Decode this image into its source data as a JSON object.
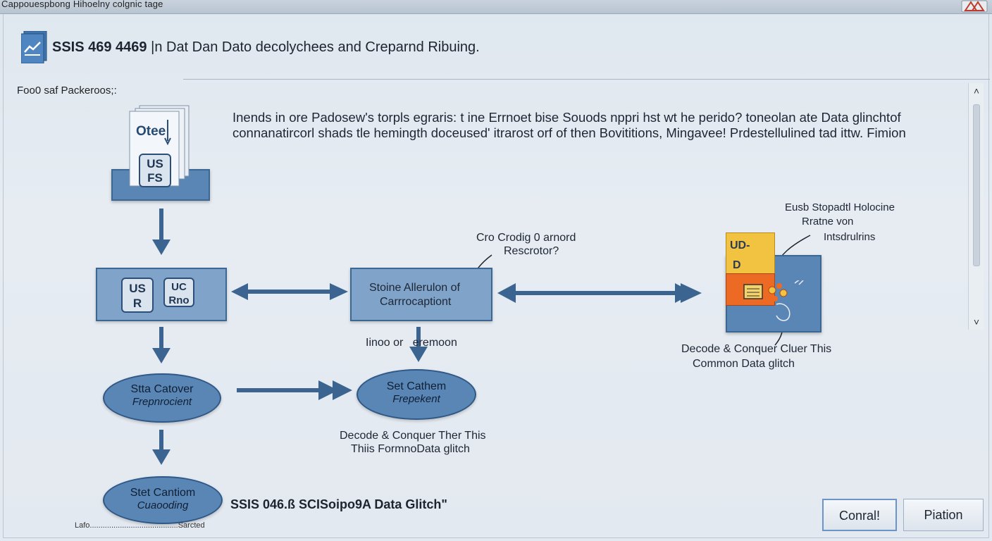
{
  "window": {
    "title": "Cappouespbong Hihoelny colgnic tage"
  },
  "header": {
    "title_bold": "SSIS 469 4469",
    "title_rest": " |n Dat Dan Dato decolychees and Creparnd Ribuing."
  },
  "section_label": "Foo0 saf  Packeroos;:",
  "description": {
    "line1": "Inends in ore Padosew's torpls egraris: t ine Errnoet bise  Souods nppri hst wt he perido? toneolan ate Data glinchtof",
    "line2": "connanatircorl shads tle hemingth doceused' itrarost orf of then Bovititions, Mingavee! Prdestellulined tad ittw. Fimion"
  },
  "diagram": {
    "doc_stack": {
      "label": "Otee",
      "tag": "US\nFS"
    },
    "node_left": {
      "tag1": "US\nR",
      "tag2": "UC\nRno"
    },
    "node_center": {
      "line1": "Stoine Allerulon of",
      "line2": "Carrrocaptiont"
    },
    "annotation_center": {
      "line1": "Cro Crodig 0 arnord",
      "line2": "Rescrotor?"
    },
    "label_below_center": "Iinoo or   eremoon",
    "node_right": {
      "bar1": "UD-",
      "bar2": "D"
    },
    "annotation_right": {
      "line1": "Eusb Stopadtl Holocine",
      "line2": "Rratne von",
      "line3": "Intsdrulrins"
    },
    "right_caption": {
      "line1": "Decode & Conquer Cluer This",
      "line2": "Common Data glitch"
    },
    "ellipse1": {
      "line1": "Stta Catover",
      "line2": "Frepnrocient"
    },
    "ellipse2": {
      "line1": "Set Cathem",
      "line2": "Frepekent"
    },
    "ellipse3": {
      "line1": "Stet Cantiom",
      "line2": "Cuaooding"
    },
    "middle_caption": {
      "line1": "Decode & Conquer Ther This",
      "line2": "Thiis FormnoData glitch"
    }
  },
  "footer": {
    "title": "SSIS 046.ß SCISoipo9A Data Glitch\"",
    "status": "Lafo.........................................Sarcted"
  },
  "buttons": {
    "primary": "Conral!",
    "secondary": "Piation"
  },
  "colors": {
    "node_fill": "#5a86b6",
    "node_border": "#3d6793",
    "arrow": "#3b6590",
    "accent_yellow": "#f2c340",
    "accent_orange": "#ec6a24"
  }
}
